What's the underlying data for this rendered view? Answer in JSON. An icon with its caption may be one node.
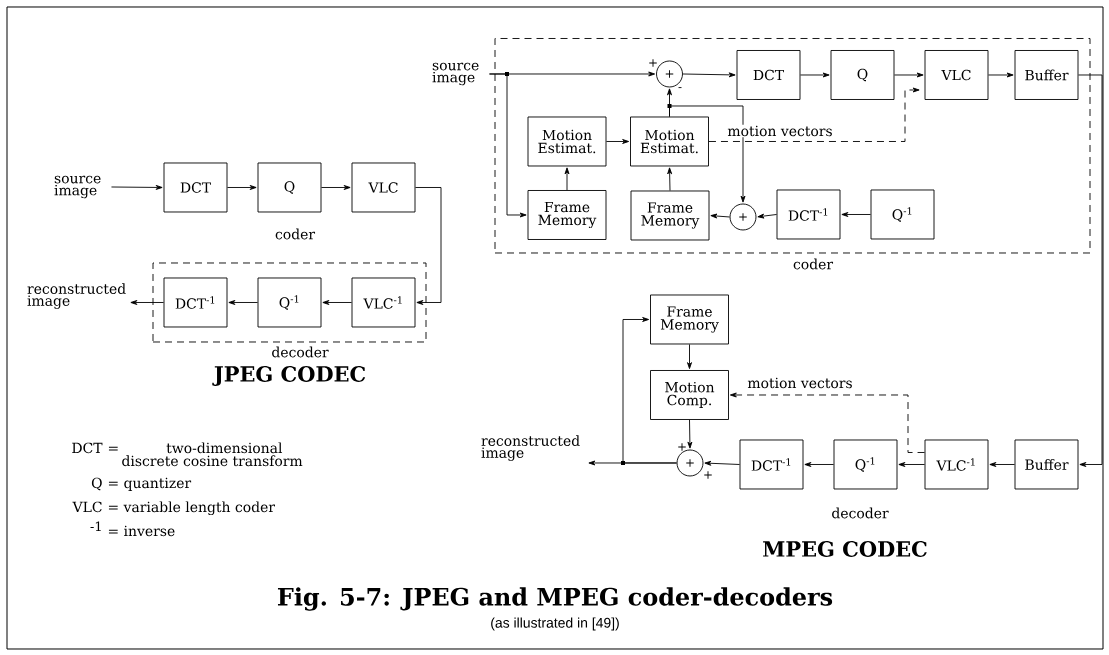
{
  "diagram": {
    "title": "Fig. 5-7: JPEG and MPEG coder-decoders",
    "caption": "(as illustrated in [49])",
    "nodes": [
      {
        "text": [
          "source image"
        ]
      },
      {
        "text": [
          "DCT"
        ]
      },
      {
        "text": [
          "Q"
        ]
      },
      {
        "text": [
          "VLC"
        ]
      },
      {
        "text": [
          "decoder"
        ]
      },
      {
        "text": [
          "DCT$^{-1}$"
        ],
        "in": 4
      },
      {
        "text": [
          "Q$^{-1}$"
        ],
        "in": 4
      },
      {
        "text": [
          "VLC$^{-1}$"
        ],
        "in": 4
      },
      {
        "text": [
          "reconstructed image"
        ]
      },
      {
        "text": [
          "source image"
        ]
      },
      {
        "text": [
          "coder"
        ]
      },
      {
        "text": [
          "+"
        ],
        "beside": [
          "+",
          "-"
        ],
        "in": 10
      },
      {
        "text": [
          "DCT"
        ],
        "in": 10
      },
      {
        "text": [
          "Q"
        ],
        "in": 10
      },
      {
        "text": [
          "VLC"
        ],
        "in": 10
      },
      {
        "text": [
          "Buffer"
        ],
        "in": 10
      },
      {
        "text": [
          "Motion Estimat."
        ],
        "in": 10
      },
      {
        "text": [
          "Motion Estimat."
        ],
        "in": 10
      },
      {
        "text": [
          "Frame Memory"
        ],
        "in": 10
      },
      {
        "text": [
          "Frame Memory"
        ],
        "in": 10
      },
      {
        "text": [
          "+"
        ],
        "in": 10
      },
      {
        "text": [
          "DCT$^{-1}$"
        ],
        "in": 10
      },
      {
        "text": [
          "Q$^{-1}$"
        ],
        "in": 10
      },
      {
        "text": [
          "Frame Memory"
        ]
      },
      {
        "text": [
          "Motion Comp."
        ]
      },
      {
        "text": [
          "+"
        ],
        "beside": [
          "+",
          "+"
        ]
      },
      {
        "text": [
          "DCT$^{-1}$"
        ]
      },
      {
        "text": [
          "Q$^{-1}$"
        ]
      },
      {
        "text": [
          "VLC$^{-1}$"
        ]
      },
      {
        "text": [
          "Buffer"
        ]
      },
      {
        "text": [
          "reconstructed image"
        ]
      }
    ],
    "edges": [
      {
        "from": 0,
        "to": 1,
        "arrow": "to"
      },
      {
        "from": 1,
        "to": 2,
        "arrow": "to"
      },
      {
        "from": 2,
        "to": 3,
        "arrow": "to"
      },
      {
        "from": 3,
        "to": 7,
        "arrow": "to"
      },
      {
        "from": 7,
        "to": 6,
        "arrow": "to"
      },
      {
        "from": 6,
        "to": 5,
        "arrow": "to"
      },
      {
        "from": 5,
        "to": 8,
        "arrow": "to"
      },
      {
        "from": 9,
        "to": 11,
        "arrow": "to"
      },
      {
        "from": 9,
        "to": 18,
        "arrow": "to"
      },
      {
        "from": 11,
        "to": 12,
        "arrow": "to"
      },
      {
        "from": 12,
        "to": 13,
        "arrow": "to"
      },
      {
        "from": 13,
        "to": 14,
        "arrow": "to"
      },
      {
        "from": 14,
        "to": 15,
        "arrow": "to"
      },
      {
        "from": 16,
        "to": 17,
        "arrow": "to"
      },
      {
        "from": 18,
        "to": 16,
        "arrow": "to"
      },
      {
        "from": 19,
        "to": 17,
        "arrow": "to"
      },
      {
        "from": 17,
        "to": 11,
        "arrow": "to"
      },
      {
        "from": 17,
        "to": 20,
        "arrow": "to"
      },
      {
        "from": 22,
        "to": 21,
        "arrow": "to"
      },
      {
        "from": 21,
        "to": 20,
        "arrow": "to"
      },
      {
        "from": 20,
        "to": 19,
        "arrow": "to"
      },
      {
        "from": 17,
        "to": 14,
        "arrow": "to",
        "label": "motion vectors",
        "style": "dashed"
      },
      {
        "from": 15,
        "to": 29,
        "arrow": "to"
      },
      {
        "from": 29,
        "to": 28,
        "arrow": "to"
      },
      {
        "from": 28,
        "to": 27,
        "arrow": "to"
      },
      {
        "from": 27,
        "to": 26,
        "arrow": "to"
      },
      {
        "from": 26,
        "to": 25,
        "arrow": "to"
      },
      {
        "from": 24,
        "to": 25,
        "arrow": "to"
      },
      {
        "from": 23,
        "to": 24,
        "arrow": "to"
      },
      {
        "from": 25,
        "to": 30,
        "arrow": "to"
      },
      {
        "from": 25,
        "to": 23,
        "arrow": "to"
      },
      {
        "from": 28,
        "to": 24,
        "arrow": "to",
        "label": "motion vectors",
        "style": "dashed"
      }
    ],
    "labels": [
      "coder",
      "JPEG CODEC",
      "DCT",
      "= two-dimensional discrete cosine transform",
      "Q",
      "= quantizer",
      "VLC",
      "= variable length coder",
      "-1",
      "= inverse",
      "decoder",
      "MPEG CODEC"
    ]
  }
}
